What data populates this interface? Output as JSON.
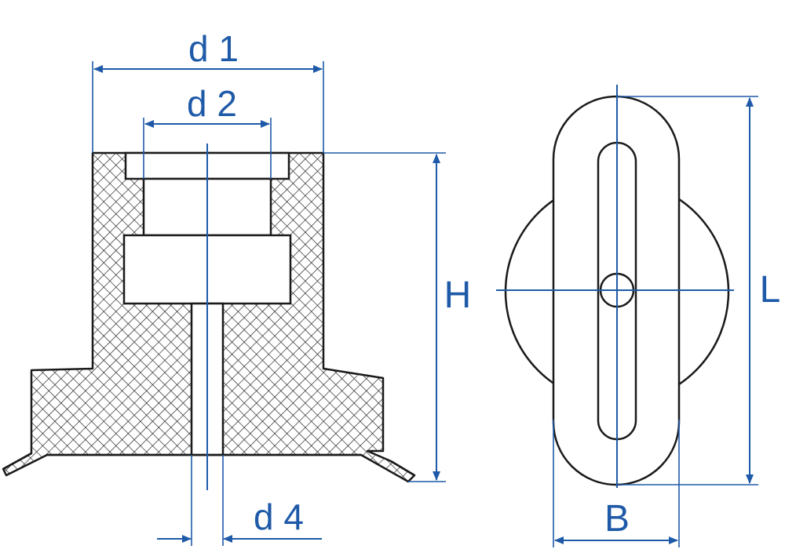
{
  "labels": {
    "d1": "d 1",
    "d2": "d 2",
    "d4": "d 4",
    "H": "H",
    "L": "L",
    "B": "B"
  },
  "colors": {
    "dimension": "#1f5aa8",
    "outline": "#1a1a1a",
    "hatch": "#1a1a1a",
    "background": "#ffffff"
  }
}
